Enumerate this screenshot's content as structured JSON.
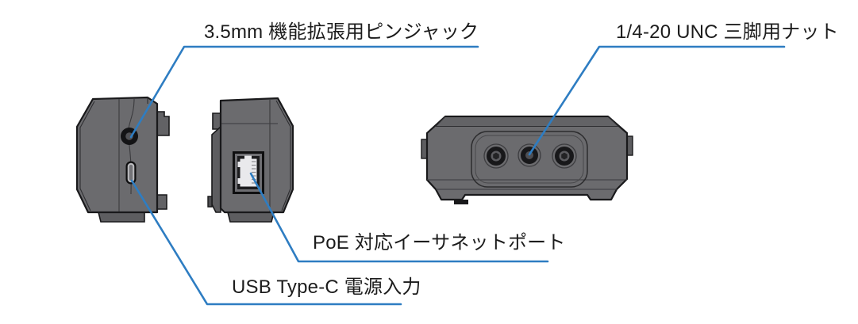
{
  "colors": {
    "background": "#ffffff",
    "accent": "#2e7dc2",
    "device_body": "#6b6b6e",
    "device_body_dark": "#626265",
    "device_outline": "#19191b",
    "label_text": "#1c1c1c",
    "port_inner_light": "#e9e9ec"
  },
  "callouts": [
    {
      "id": "pin-jack",
      "part": "3.5mm-pin-jack",
      "label": "3.5mm 機能拡張用ピンジャック"
    },
    {
      "id": "tripod-nut",
      "part": "tripod-nut",
      "label": "1/4-20 UNC 三脚用ナット"
    },
    {
      "id": "ethernet",
      "part": "ethernet-port",
      "label": "PoE 対応イーサネットポート"
    },
    {
      "id": "usb-power",
      "part": "usb-c-port",
      "label": "USB Type-C 電源入力"
    }
  ]
}
